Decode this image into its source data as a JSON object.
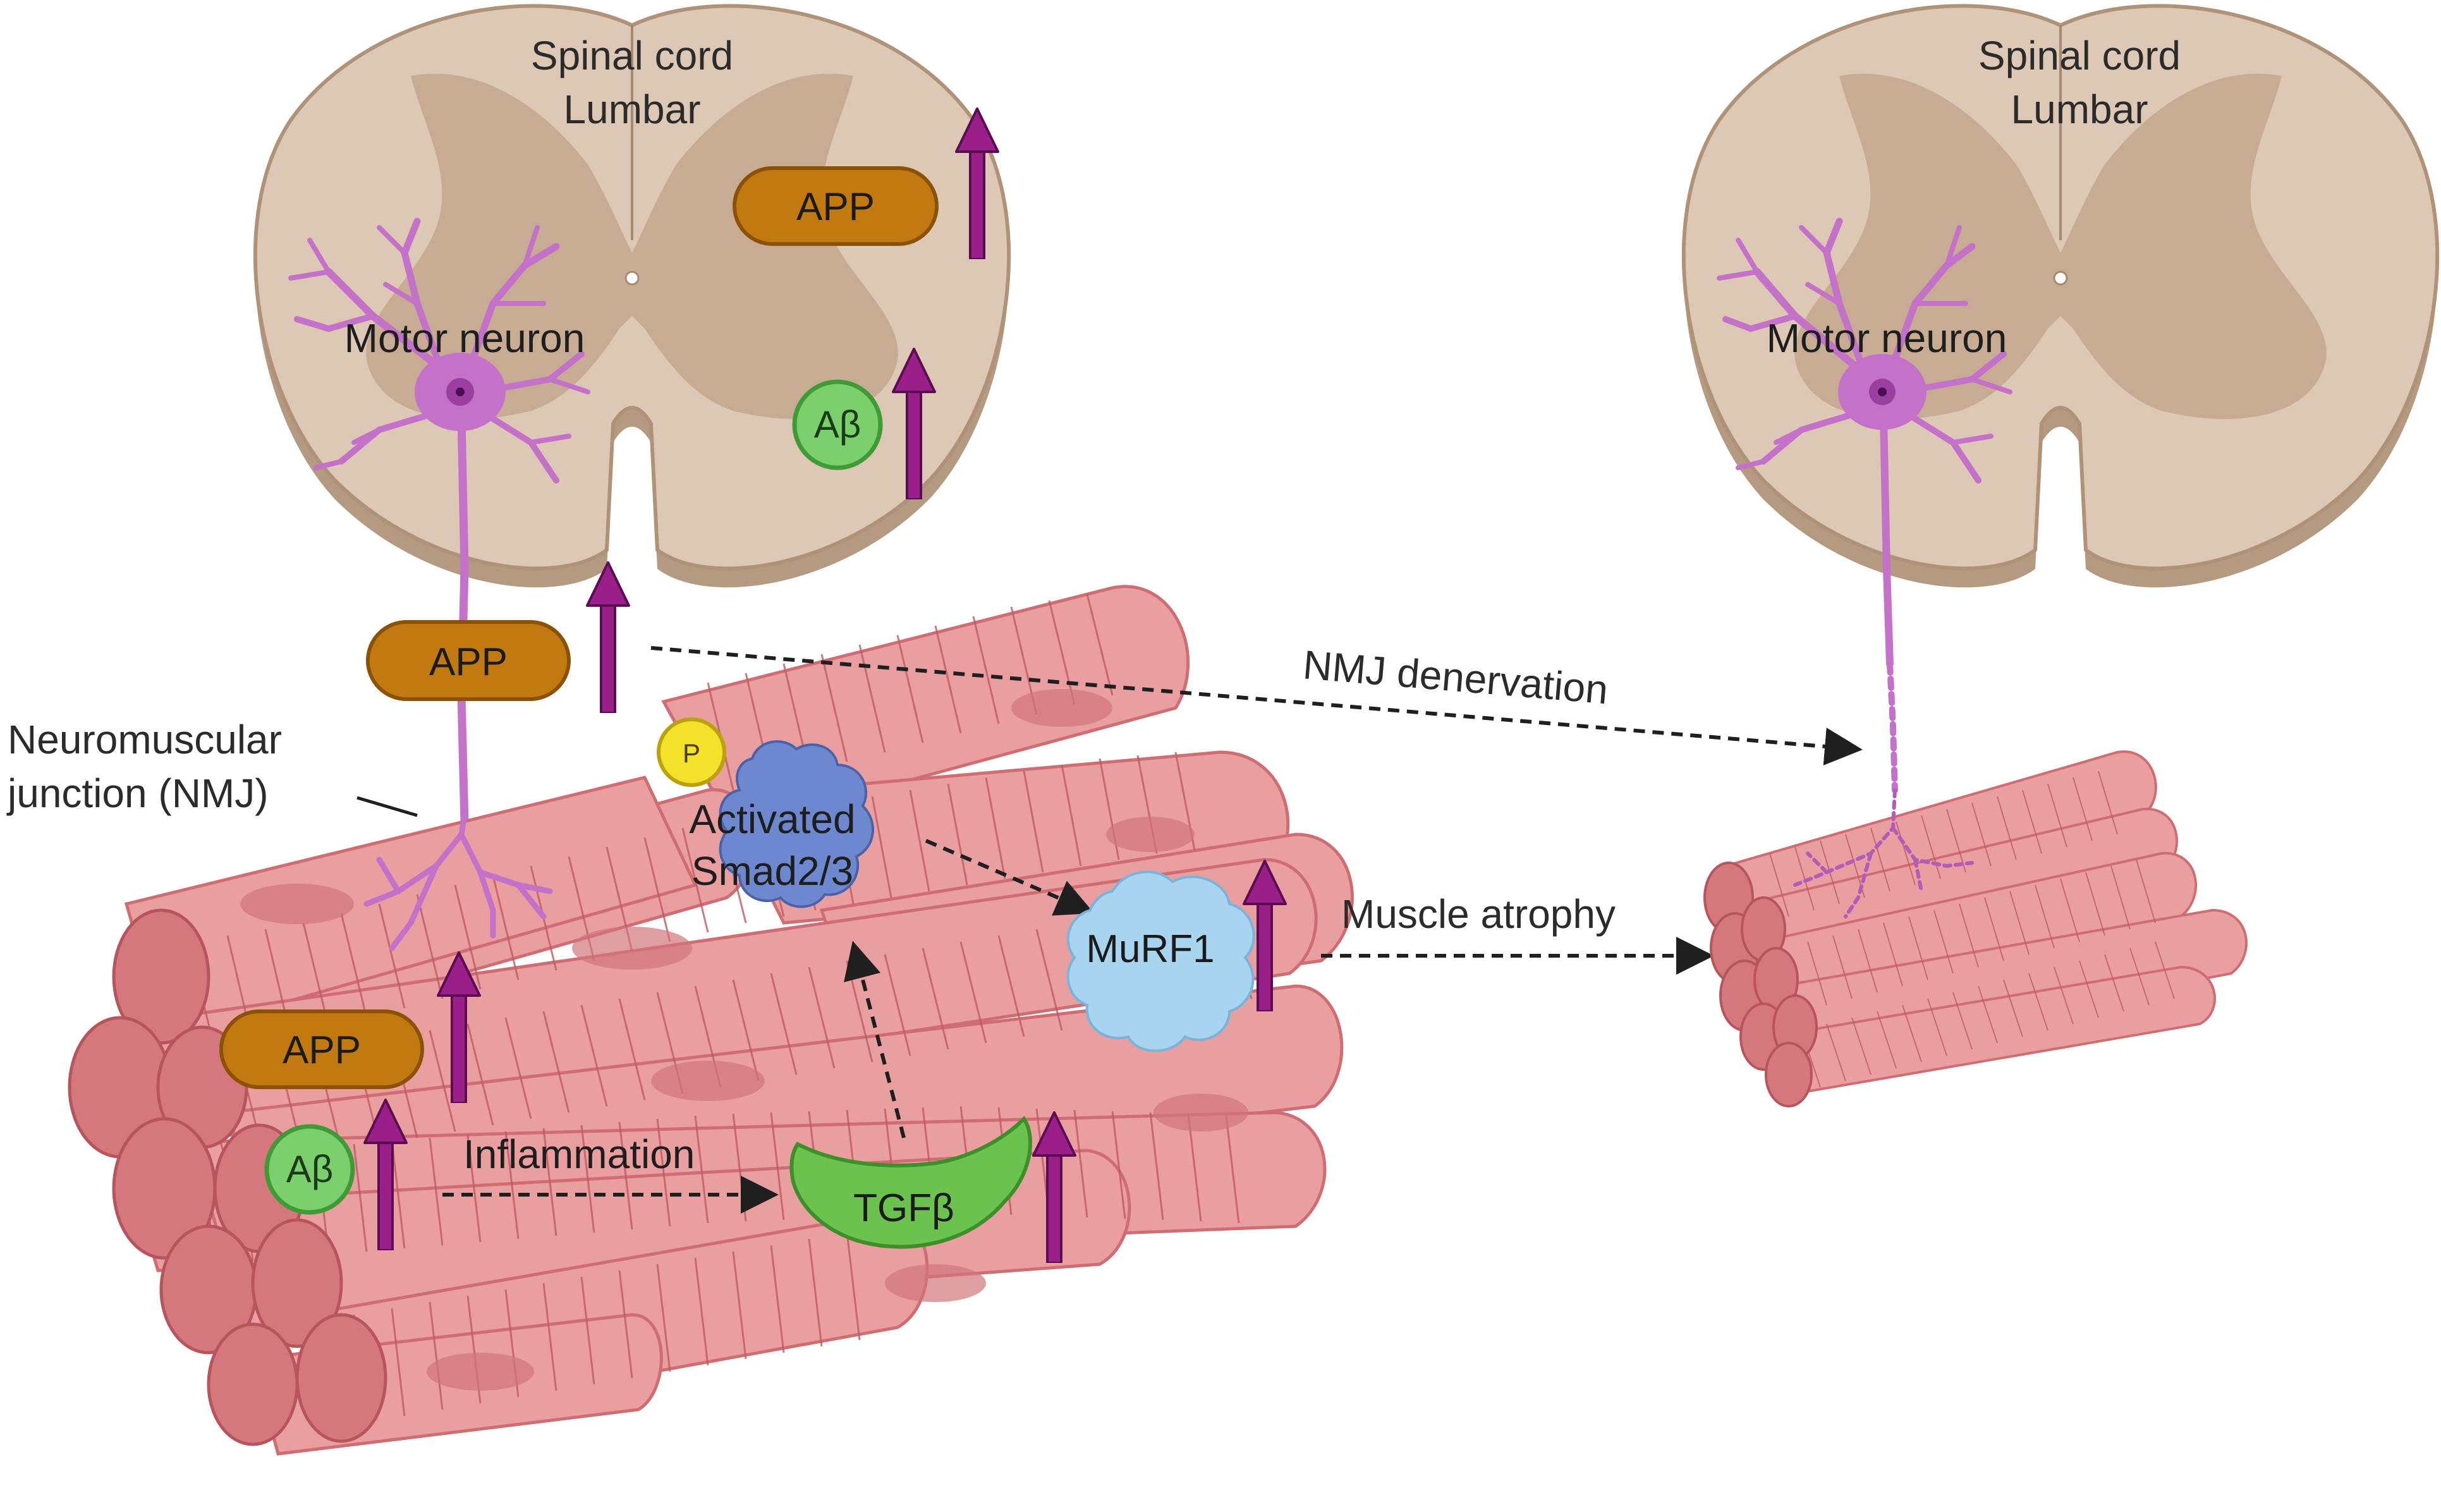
{
  "colors": {
    "spinal_white_matter": "#dcc8b4",
    "spinal_gray_matter": "#c7ab92",
    "spinal_edge": "#b09278",
    "neuron": "#c471c9",
    "neuron_dark": "#7b2b83",
    "muscle_fill": "#e99ea0",
    "muscle_dark": "#cf6d72",
    "muscle_stripe": "#b44d55",
    "app_fill": "#c27a10",
    "abeta_fill": "#7ccf6d",
    "tgfb_fill": "#6cc24e",
    "smad_fill": "#6e88d0",
    "murf_fill": "#a8d4f0",
    "p_fill": "#f4e12a",
    "up_arrow": "#9b1f89",
    "arrow_line": "#1f1f1f"
  },
  "left_spinal_cord": {
    "title_line1": "Spinal cord",
    "title_line2": "Lumbar",
    "neuron_label": "Motor neuron",
    "app_label": "APP",
    "abeta_label": "Aβ"
  },
  "right_spinal_cord": {
    "title_line1": "Spinal cord",
    "title_line2": "Lumbar",
    "neuron_label": "Motor neuron"
  },
  "axon": {
    "app_label": "APP"
  },
  "nmj": {
    "label_line1": "Neuromuscular",
    "label_line2": "junction (NMJ)"
  },
  "muscle": {
    "app_label": "APP",
    "abeta_label": "Aβ",
    "inflammation_label": "Inflammation",
    "tgfb_label": "TGFβ",
    "smad_line1": "Activated",
    "smad_line2": "Smad2/3",
    "phospho_label": "P",
    "murf_label": "MuRF1"
  },
  "arrows": {
    "denervation_label": "NMJ denervation",
    "atrophy_label": "Muscle atrophy"
  },
  "icons": {
    "up_arrow": "up-arrow-icon",
    "app": "app-protein-icon",
    "abeta": "abeta-icon",
    "tgfb": "tgfb-icon",
    "smad": "smad-complex-icon",
    "murf": "murf1-icon",
    "phosphate": "phosphate-icon"
  }
}
